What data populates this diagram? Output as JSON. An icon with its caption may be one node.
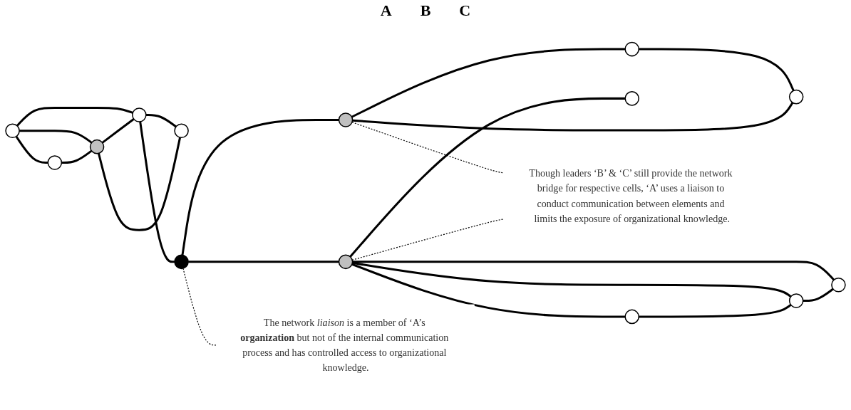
{
  "diagram": {
    "nodes": [
      {
        "text": [],
        "shape": "circle"
      },
      {
        "text": [],
        "shape": "circle"
      },
      {
        "text": [],
        "shape": "circle"
      },
      {
        "text": [],
        "shape": "circle"
      },
      {
        "text": [],
        "shape": "circle"
      },
      {
        "text": [],
        "shape": "circle"
      },
      {
        "text": [],
        "shape": "circle"
      },
      {
        "text": [],
        "shape": "circle"
      },
      {
        "text": [],
        "shape": "circle"
      },
      {
        "text": [],
        "shape": "circle"
      },
      {
        "text": [],
        "shape": "circle"
      },
      {
        "text": [],
        "shape": "circle"
      },
      {
        "text": [],
        "shape": "circle"
      },
      {
        "text": [],
        "shape": "circle"
      },
      {
        "text": [
          "The network *liaison* is a member of ‘A’s **organization** but not of the internal communication process and has controlled access to organizational knowledge."
        ]
      },
      {
        "text": [
          "Though leaders ‘B’ & ‘C’ still provide the network bridge for respective cells, ‘A’ uses a liaison to conduct communication between elements and limits the exposure of organizational knowledge."
        ]
      }
    ],
    "edges": [
      {
        "from": 0,
        "to": 1,
        "arrow": "none"
      },
      {
        "from": 0,
        "to": 2,
        "arrow": "none"
      },
      {
        "from": 0,
        "to": 3,
        "arrow": "none"
      },
      {
        "from": 3,
        "to": 2,
        "arrow": "none"
      },
      {
        "from": 2,
        "to": 1,
        "arrow": "none"
      },
      {
        "from": 1,
        "to": 4,
        "arrow": "none"
      },
      {
        "from": 2,
        "to": 4,
        "arrow": "none"
      },
      {
        "from": 1,
        "to": 5,
        "arrow": "none"
      },
      {
        "from": 5,
        "to": 8,
        "arrow": "none"
      },
      {
        "from": 5,
        "to": 11,
        "arrow": "none"
      },
      {
        "from": 8,
        "to": 6,
        "arrow": "none"
      },
      {
        "from": 6,
        "to": 7,
        "arrow": "none"
      },
      {
        "from": 8,
        "to": 7,
        "arrow": "none"
      },
      {
        "from": 11,
        "to": 9,
        "arrow": "none"
      },
      {
        "from": 11,
        "to": 10,
        "arrow": "none"
      },
      {
        "from": 11,
        "to": 12,
        "arrow": "none"
      },
      {
        "from": 11,
        "to": 13,
        "arrow": "none"
      },
      {
        "from": 12,
        "to": 10,
        "arrow": "none"
      },
      {
        "from": 13,
        "to": 12,
        "arrow": "none"
      },
      {
        "from": 5,
        "to": 14,
        "arrow": "none",
        "style": "dashed"
      },
      {
        "from": 8,
        "to": 15,
        "arrow": "none",
        "style": "dashed"
      },
      {
        "from": 11,
        "to": 15,
        "arrow": "none",
        "style": "dashed"
      }
    ],
    "labels": [
      "A",
      "B",
      "C"
    ]
  }
}
